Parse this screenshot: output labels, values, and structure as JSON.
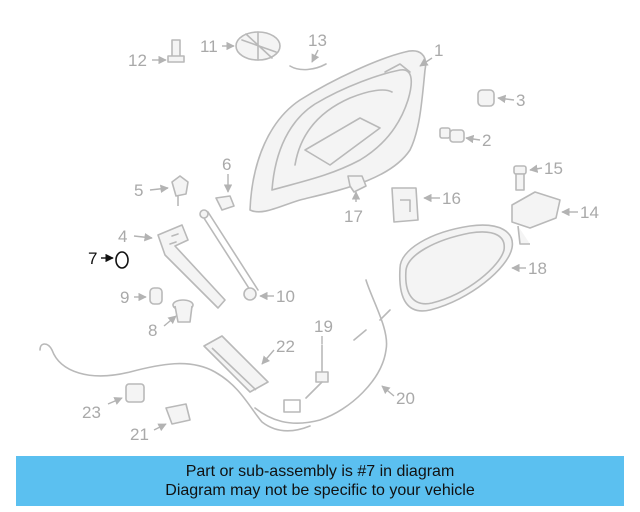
{
  "highlighted_part": "7",
  "callouts": [
    "1",
    "2",
    "3",
    "4",
    "5",
    "6",
    "7",
    "8",
    "9",
    "10",
    "11",
    "12",
    "13",
    "14",
    "15",
    "16",
    "17",
    "18",
    "19",
    "20",
    "21",
    "22",
    "23"
  ],
  "banner": {
    "line1": "Part or sub-assembly is #7 in diagram",
    "line2": "Diagram may not be specific to your vehicle"
  },
  "colors": {
    "banner": "#5bc0f0",
    "highlight": "#111111",
    "parts": "#b9b9b9"
  }
}
